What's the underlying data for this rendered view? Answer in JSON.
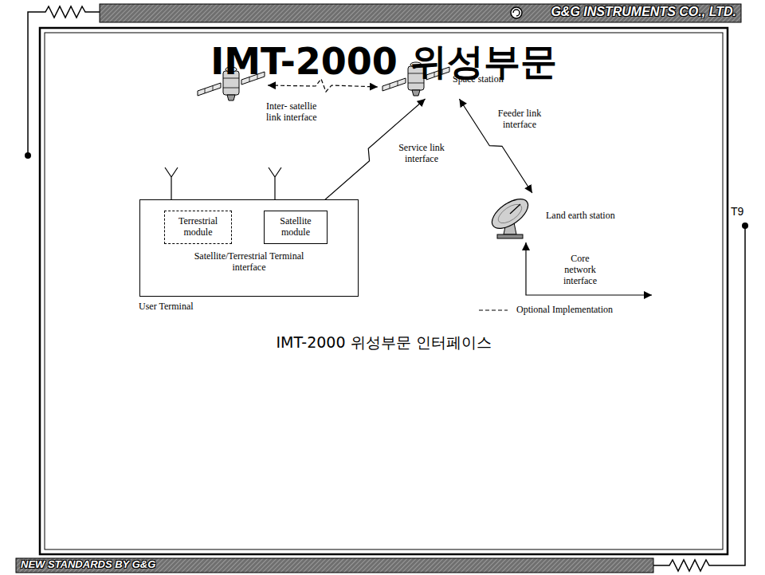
{
  "diagram": {
    "title": "IMT-2000 위성부문",
    "caption": "IMT-2000 위성부문 인터페이스",
    "nodes": [
      {
        "text": [
          "Satellite/Terrestrial Terminal interface",
          "User Terminal"
        ]
      },
      {
        "text": [
          "Terrestrial module"
        ],
        "in": 0
      },
      {
        "text": [
          "Satellite module"
        ],
        "in": 0
      },
      {
        "text": [
          "Space station"
        ]
      },
      {
        "text": [
          "Land earth station"
        ]
      }
    ],
    "edges": [
      {
        "from": 1,
        "to": 2,
        "arrow": "both"
      },
      {
        "from": 3,
        "to": 2,
        "label": "Service link interface",
        "arrow": "both"
      },
      {
        "from": 3,
        "to": 4,
        "label": "Feeder link interface",
        "arrow": "both"
      }
    ],
    "labels": [
      "G&G INSTRUMENTS CO., LTD.",
      "T9",
      "Inter- satellie link interface",
      "Core network interface",
      "NEW STANDARDS BY G&G"
    ],
    "legend": [
      {
        "text": "Optional Implementation"
      }
    ]
  }
}
